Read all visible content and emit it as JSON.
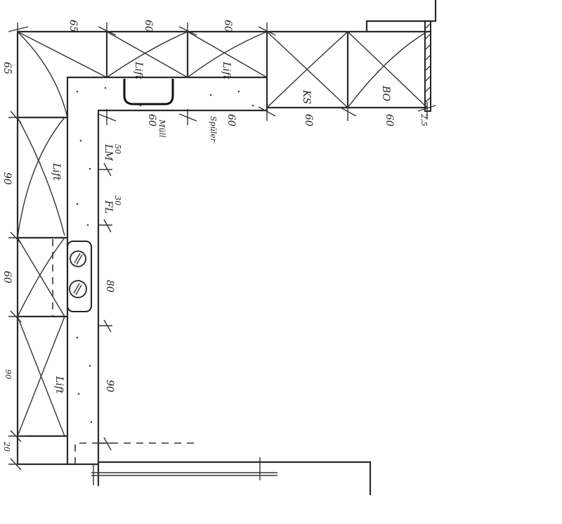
{
  "title": "Kitchen layout sketch (L-shaped)",
  "top_dimensions": [
    "65",
    "60",
    "60",
    "60",
    "60",
    "2,5"
  ],
  "top_cabinets": [
    "Lift",
    "Lift",
    "KS",
    "BO"
  ],
  "top_counter_labels": {
    "mull": "60",
    "mull_label": "Müll",
    "spuler": "60",
    "spuler_label": "Spüler"
  },
  "left_dimensions": [
    "65",
    "90",
    "60",
    "90",
    "20"
  ],
  "left_cabinets": [
    "Lift",
    "Lift"
  ],
  "inner_dimensions": {
    "lm_value": "50",
    "lm_label": "LM",
    "fl_value": "30",
    "fl_label": "FL",
    "cooktop": "80",
    "lower": "90"
  }
}
